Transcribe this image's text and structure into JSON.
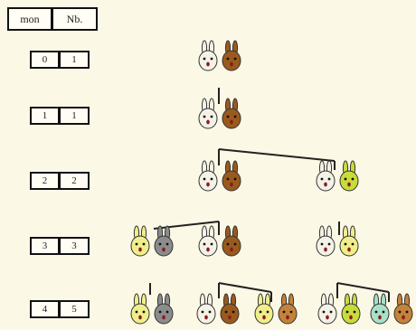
{
  "header": {
    "col1": "mon",
    "col2": "Nb."
  },
  "rows": [
    {
      "month": "0",
      "count": "1"
    },
    {
      "month": "1",
      "count": "1"
    },
    {
      "month": "2",
      "count": "2"
    },
    {
      "month": "3",
      "count": "3"
    },
    {
      "month": "4",
      "count": "5"
    }
  ],
  "colors": {
    "background": "#fcf8e6",
    "white_rabbit": "#f4f1e6",
    "brown_rabbit": "#9a5a1e",
    "yellow_rabbit": "#f0ee8a",
    "grey_rabbit": "#8c8c8c",
    "lime_rabbit": "#c8dc3a",
    "mint_rabbit": "#a8e0c8",
    "tan_rabbit": "#c4823a"
  }
}
